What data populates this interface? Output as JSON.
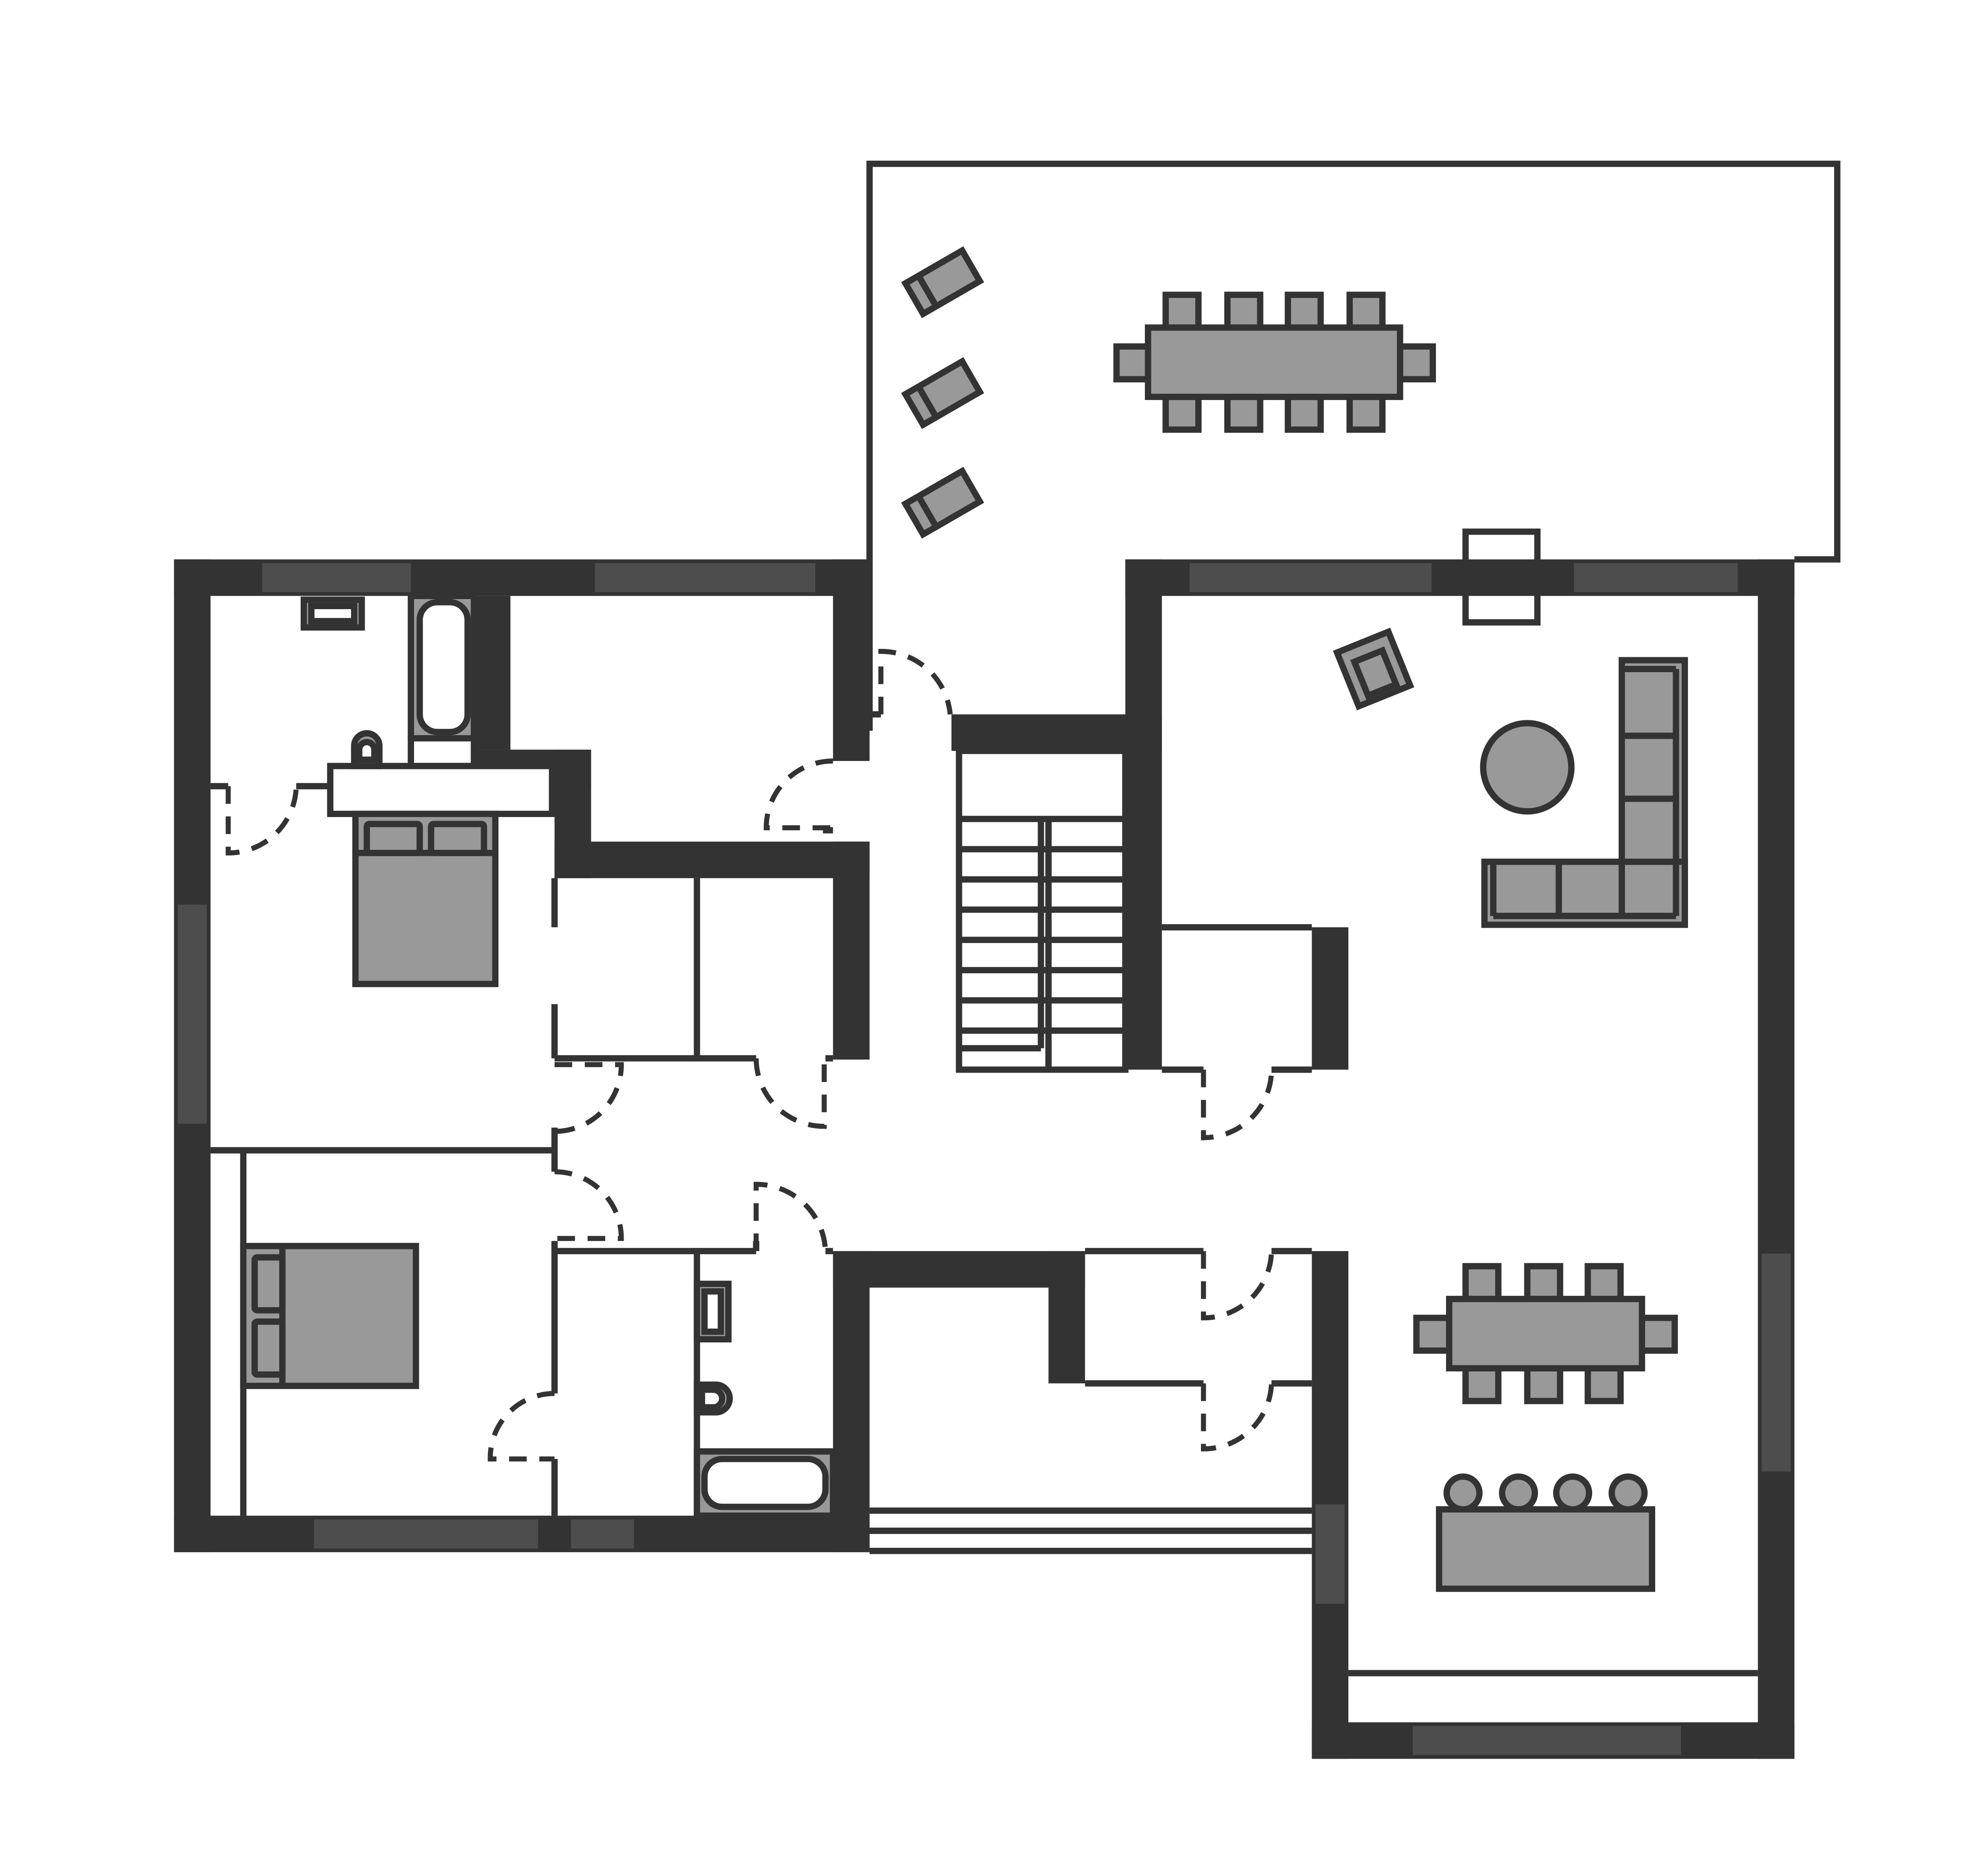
{
  "colors": {
    "wall": "#333333",
    "window": "#4d4d4d",
    "furniture": "#999999",
    "line": "#333333",
    "background": "#ffffff"
  },
  "icons": {
    "bed": "bed-icon",
    "bathtub": "bathtub-icon",
    "toilet": "toilet-icon",
    "sink": "sink-icon",
    "sofa": "sofa-icon",
    "armchair": "armchair-icon",
    "table": "table-icon",
    "chair": "chair-icon",
    "lounger": "lounger-icon",
    "staircase": "staircase-icon"
  },
  "counts": {
    "dining_chairs_terrace": 10,
    "dining_chairs_living": 8,
    "bar_stools": 4,
    "sun_loungers": 3,
    "bedrooms": 2,
    "bathrooms": 2
  }
}
